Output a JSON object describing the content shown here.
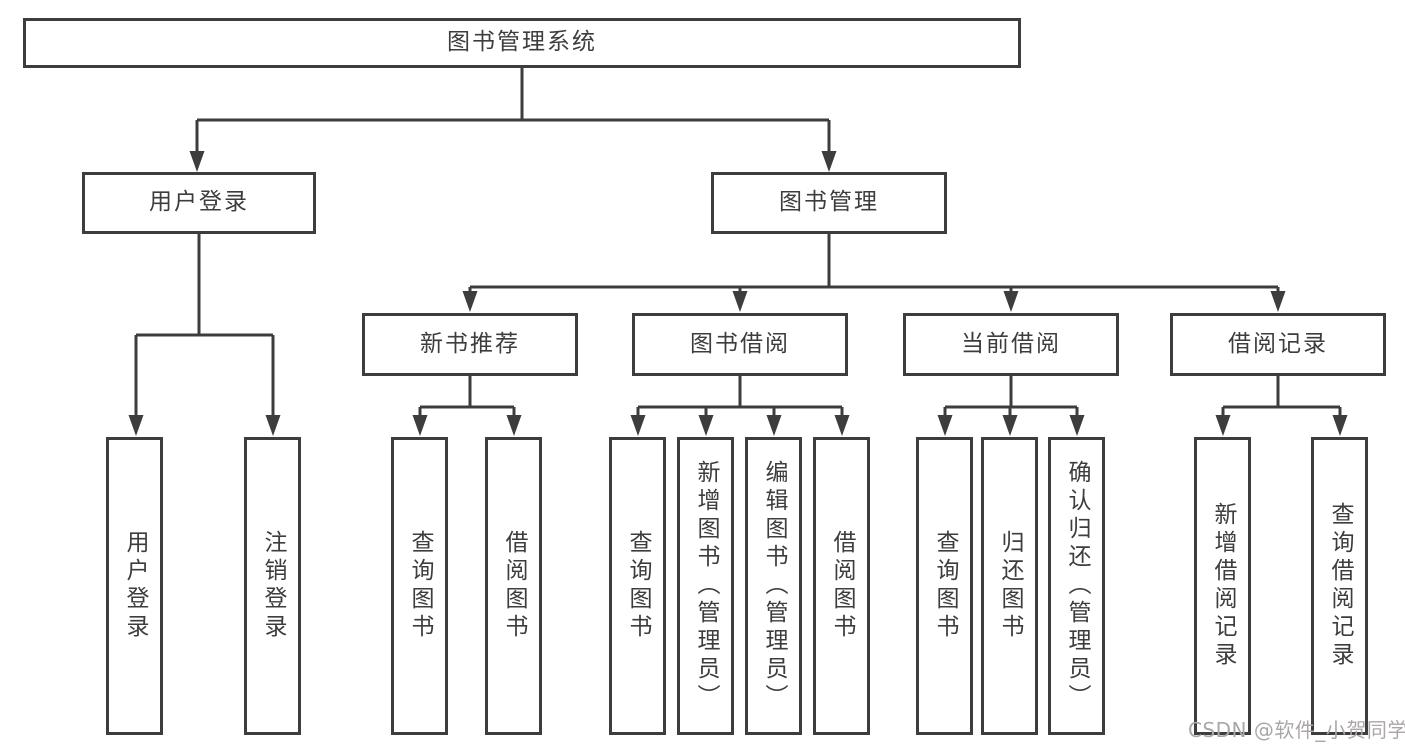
{
  "diagram": {
    "root": {
      "label": "图书管理系统"
    },
    "branches": [
      {
        "label": "用户登录",
        "children": [
          {
            "label": "用户登录"
          },
          {
            "label": "注销登录"
          }
        ]
      },
      {
        "label": "图书管理",
        "children": [
          {
            "label": "新书推荐",
            "children": [
              {
                "label": "查询图书"
              },
              {
                "label": "借阅图书"
              }
            ]
          },
          {
            "label": "图书借阅",
            "children": [
              {
                "label": "查询图书"
              },
              {
                "label": "新增图书（管理员）"
              },
              {
                "label": "编辑图书（管理员）"
              },
              {
                "label": "借阅图书"
              }
            ]
          },
          {
            "label": "当前借阅",
            "children": [
              {
                "label": "查询图书"
              },
              {
                "label": "归还图书"
              },
              {
                "label": "确认归还（管理员）"
              }
            ]
          },
          {
            "label": "借阅记录",
            "children": [
              {
                "label": "新增借阅记录"
              },
              {
                "label": "查询借阅记录"
              }
            ]
          }
        ]
      }
    ],
    "colors": {
      "line": "#3d3d3d",
      "text": "#3d3d3d",
      "background": "#ffffff",
      "watermark_color": "#aba7a7"
    }
  },
  "watermark": {
    "text": "CSDN @软件_小贺同学"
  }
}
